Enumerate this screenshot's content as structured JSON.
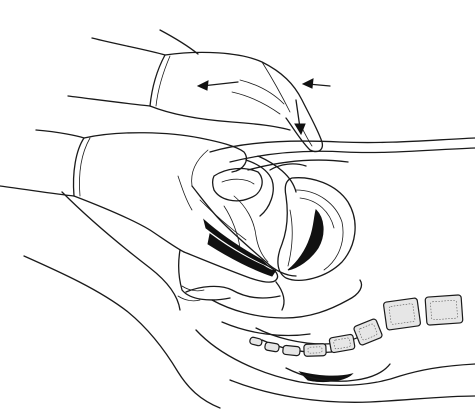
{
  "figure": {
    "kind": "medical line illustration",
    "style": "black ink on white",
    "colors": {
      "background": "#ffffff",
      "ink": "#1a1a1a",
      "fill_dark": "#111111",
      "bone_fill": "#e6e6e6"
    },
    "arrows": [
      {
        "direction": "left"
      },
      {
        "direction": "left"
      },
      {
        "direction": "down"
      }
    ]
  }
}
